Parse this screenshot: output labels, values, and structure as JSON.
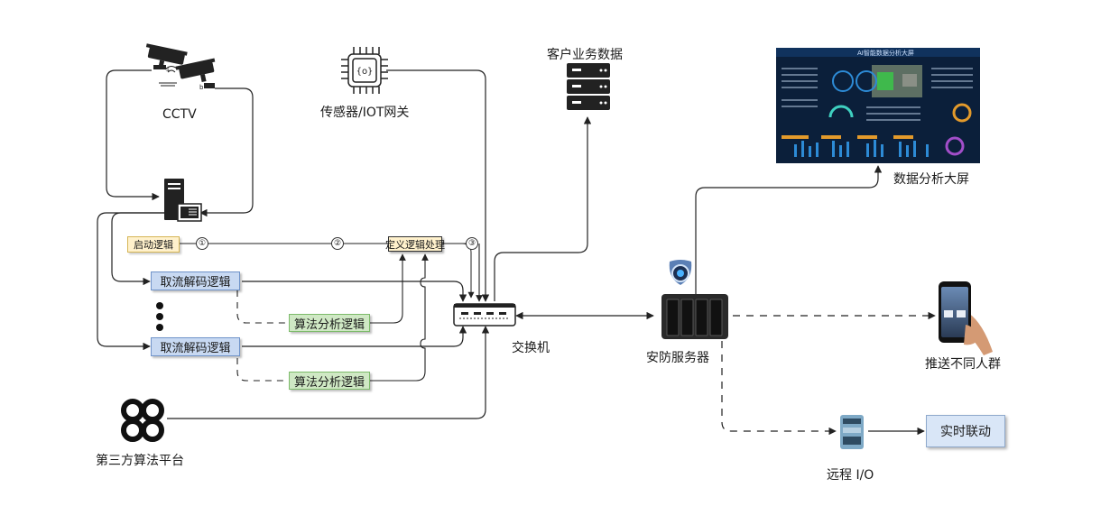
{
  "labels": {
    "cctv": "CCTV",
    "sensor_gateway": "传感器/IOT网关",
    "customer_data": "客户业务数据",
    "dashboard": "数据分析大屏",
    "switch": "交换机",
    "security_server": "安防服务器",
    "push_groups": "推送不同人群",
    "remote_io": "远程 I/O",
    "third_party": "第三方算法平台"
  },
  "boxes": {
    "start_logic": "启动逻辑",
    "define_logic": "定义逻辑处理",
    "decode_1": "取流解码逻辑",
    "decode_2": "取流解码逻辑",
    "algo_1": "算法分析逻辑",
    "algo_2": "算法分析逻辑",
    "realtime_link": "实时联动"
  },
  "steps": [
    "①",
    "②",
    "③"
  ],
  "dashboard_screen": {
    "title": "AI智能数据分析大屏"
  },
  "colors": {
    "blue_box": "#c8d9f2",
    "green_box": "#cfe8c4",
    "yellow_box": "#fff1cc",
    "screen_bg": "#0b1f3a",
    "line": "#222222"
  },
  "icons": [
    "cctv-cameras-icon",
    "computer-icon",
    "chip-icon",
    "server-stack-icon",
    "dashboard-screen-icon",
    "network-switch-icon",
    "nas-server-icon",
    "shield-camera-icon",
    "smartphone-icon",
    "io-module-icon",
    "knot-logo-icon"
  ]
}
